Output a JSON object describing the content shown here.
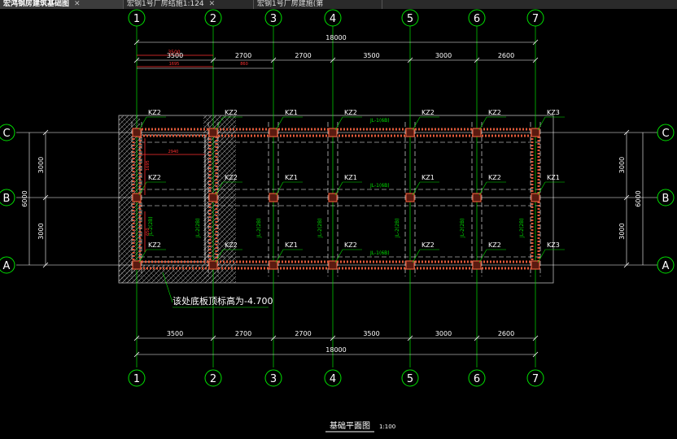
{
  "tabs": [
    {
      "label": "宏鸿钢房建筑基础图",
      "active": true
    },
    {
      "label": "宏钢1号厂房结施1:124"
    },
    {
      "label": "宏钢1号厂房建施(第"
    }
  ],
  "axes_x": [
    "1",
    "2",
    "3",
    "4",
    "5",
    "6",
    "7"
  ],
  "axes_y": [
    "C",
    "B",
    "A"
  ],
  "dims_top": [
    "3500",
    "2700",
    "2700",
    "3500",
    "3000",
    "2600"
  ],
  "dims_bottom": [
    "3500",
    "2700",
    "2700",
    "3500",
    "3000",
    "2600"
  ],
  "dim_total": "18000",
  "dims_left_red": [
    "3500",
    "3500",
    "1695"
  ],
  "dims_red_small": [
    "860",
    "2940",
    "1695",
    "650"
  ],
  "dims_side": [
    "3000",
    "3000",
    "6000"
  ],
  "columns_c": [
    "KZ2",
    "KZ2",
    "KZ1",
    "KZ2",
    "KZ2",
    "KZ2",
    "KZ3"
  ],
  "columns_b": [
    "KZ2",
    "KZ2",
    "KZ1",
    "KZ1",
    "KZ1",
    "KZ2",
    "KZ1"
  ],
  "columns_a": [
    "KZ2",
    "KZ2",
    "KZ1",
    "KZ2",
    "KZ2",
    "KZ2",
    "KZ3"
  ],
  "beam_h": "JL-1(6B)",
  "beam_v": "JL-2(2B)",
  "note": "该处底板顶标高为-4.700",
  "title": "基础平面图",
  "scale": "1:100",
  "colors": {
    "axis": "#00e000",
    "grid": "#ffffff",
    "beam": "#e05a3a",
    "dim": "#ffffff",
    "text": "#ffffff",
    "red": "#ff3030"
  }
}
